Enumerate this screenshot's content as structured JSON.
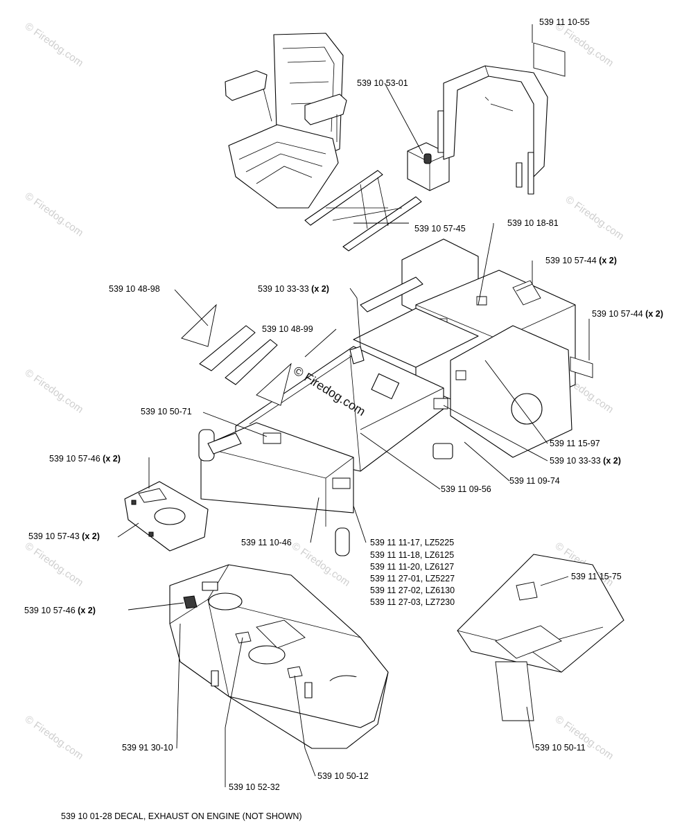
{
  "watermark": "© Firedog.com",
  "center_watermark": "© Firedog.com",
  "labels": {
    "l1": "539 11 10-55",
    "l2": "539 10 53-01",
    "l3": "539 10 57-45",
    "l4": "539 10 18-81",
    "l5_num": "539 10 57-44",
    "l5_qty": "(x 2)",
    "l6_num": "539 10 33-33",
    "l6_qty": "(x 2)",
    "l7": "539 10 48-98",
    "l8_num": "539 10 57-44",
    "l8_qty": "(x 2)",
    "l9": "539 10 48-99",
    "l10": "539 10 50-71",
    "l11": "539 11 15-97",
    "l12_num": "539 10 57-46",
    "l12_qty": "(x 2)",
    "l13_num": "539 10 33-33",
    "l13_qty": "(x 2)",
    "l14": "539 11 09-74",
    "l15": "539 11 09-56",
    "l16_num": "539 10 57-43",
    "l16_qty": "(x 2)",
    "l17": "539 11 10-46",
    "l18": "539 11 15-75",
    "l19_num": "539 10 57-46",
    "l19_qty": "(x 2)",
    "l20": "539 91 30-10",
    "l21": "539 10 50-11",
    "l22": "539 10 52-32",
    "l23": "539 10 50-12"
  },
  "model_list": [
    "539 11 11-17, LZ5225",
    "539 11 11-18, LZ6125",
    "539 11 11-20, LZ6127",
    "539 11 27-01, LZ5227",
    "539 11 27-02, LZ6130",
    "539 11 27-03, LZ7230"
  ],
  "footer_note": "539 10 01-28 DECAL, EXHAUST ON ENGINE (NOT SHOWN)"
}
